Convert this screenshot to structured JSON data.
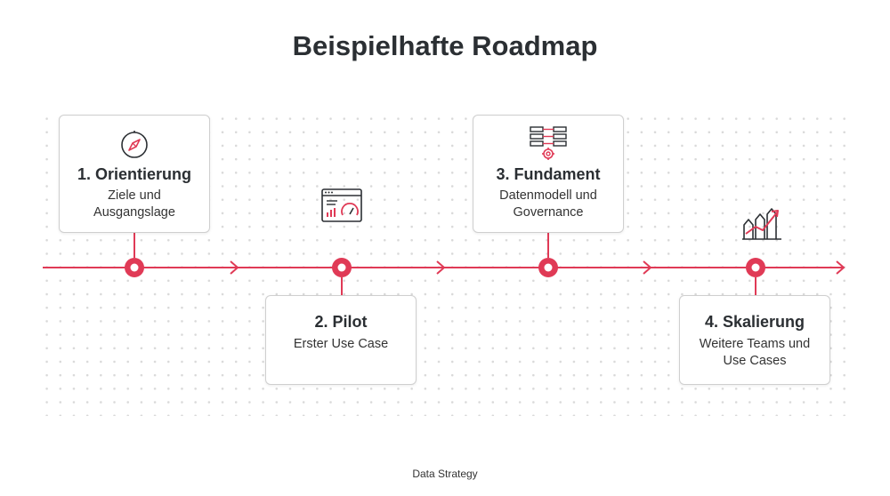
{
  "title": "Beispielhafte Roadmap",
  "footer": "Data Strategy",
  "colors": {
    "accent": "#e03a56",
    "text": "#2b2f33",
    "border": "#cfcfcf"
  },
  "steps": [
    {
      "title": "1. Orientierung",
      "desc_line1": "Ziele und",
      "desc_line2": "Ausgangslage",
      "icon": "compass-icon"
    },
    {
      "title": "2. Pilot",
      "desc_line1": "Erster Use Case",
      "desc_line2": "",
      "icon": "dashboard-icon"
    },
    {
      "title": "3. Fundament",
      "desc_line1": "Datenmodell und",
      "desc_line2": "Governance",
      "icon": "data-architecture-icon"
    },
    {
      "title": "4. Skalierung",
      "desc_line1": "Weitere Teams und",
      "desc_line2": "Use Cases",
      "icon": "growth-chart-icon"
    }
  ]
}
